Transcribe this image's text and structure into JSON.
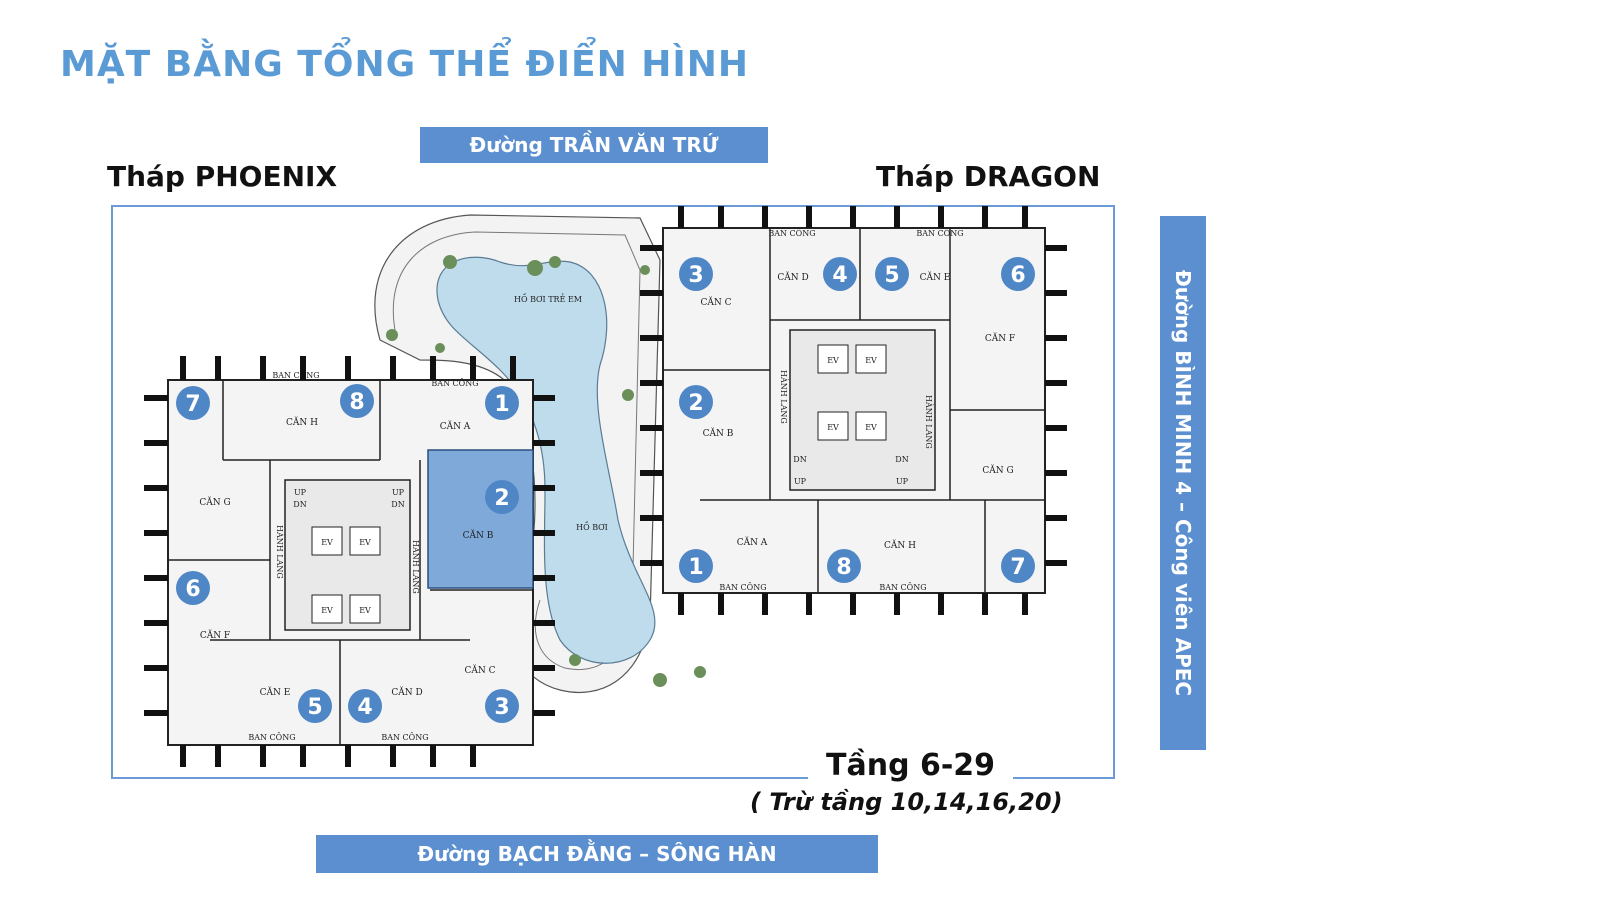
{
  "page_title": "MẶT BẰNG TỔNG THỂ ĐIỂN HÌNH",
  "streets": {
    "top": "Đường TRẦN VĂN TRỨ",
    "bottom": "Đường BẠCH ĐẰNG – SÔNG HÀN",
    "right": "Đường BÌNH MINH 4 – Công viên APEC"
  },
  "towers": {
    "phoenix": "Tháp PHOENIX",
    "dragon": "Tháp DRAGON"
  },
  "floor_range": "Tầng 6-29",
  "floor_note": "( Trừ tầng 10,14,16,20)",
  "pools": {
    "kids": "HỒ BƠI TRẺ EM",
    "main": "HỒ BƠI"
  },
  "labels": {
    "balcony": "BAN CÔNG",
    "corridor": "HÀNH LANG",
    "elevator": "EV",
    "up": "UP",
    "down": "DN"
  },
  "phoenix_units": [
    {
      "num": "7",
      "name": "CĂN G"
    },
    {
      "num": "8",
      "name": "CĂN H"
    },
    {
      "num": "1",
      "name": "CĂN A"
    },
    {
      "num": "2",
      "name": "CĂN B"
    },
    {
      "num": "6",
      "name": "CĂN F"
    },
    {
      "num": "5",
      "name": "CĂN E"
    },
    {
      "num": "4",
      "name": "CĂN D"
    },
    {
      "num": "3",
      "name": "CĂN C"
    }
  ],
  "dragon_units": [
    {
      "num": "3",
      "name": "CĂN C"
    },
    {
      "num": "4",
      "name": "CĂN D"
    },
    {
      "num": "5",
      "name": "CĂN E"
    },
    {
      "num": "6",
      "name": "CĂN F"
    },
    {
      "num": "2",
      "name": "CĂN B"
    },
    {
      "num": "7",
      "name": "CĂN G"
    },
    {
      "num": "1",
      "name": "CĂN A"
    },
    {
      "num": "8",
      "name": "CĂN H"
    }
  ],
  "colors": {
    "title": "#5b9bd5",
    "street_bg": "#5b8fcf",
    "badge": "#4f86c6",
    "pool": "#bfdcec",
    "highlight_unit": "#7fa9d9"
  }
}
